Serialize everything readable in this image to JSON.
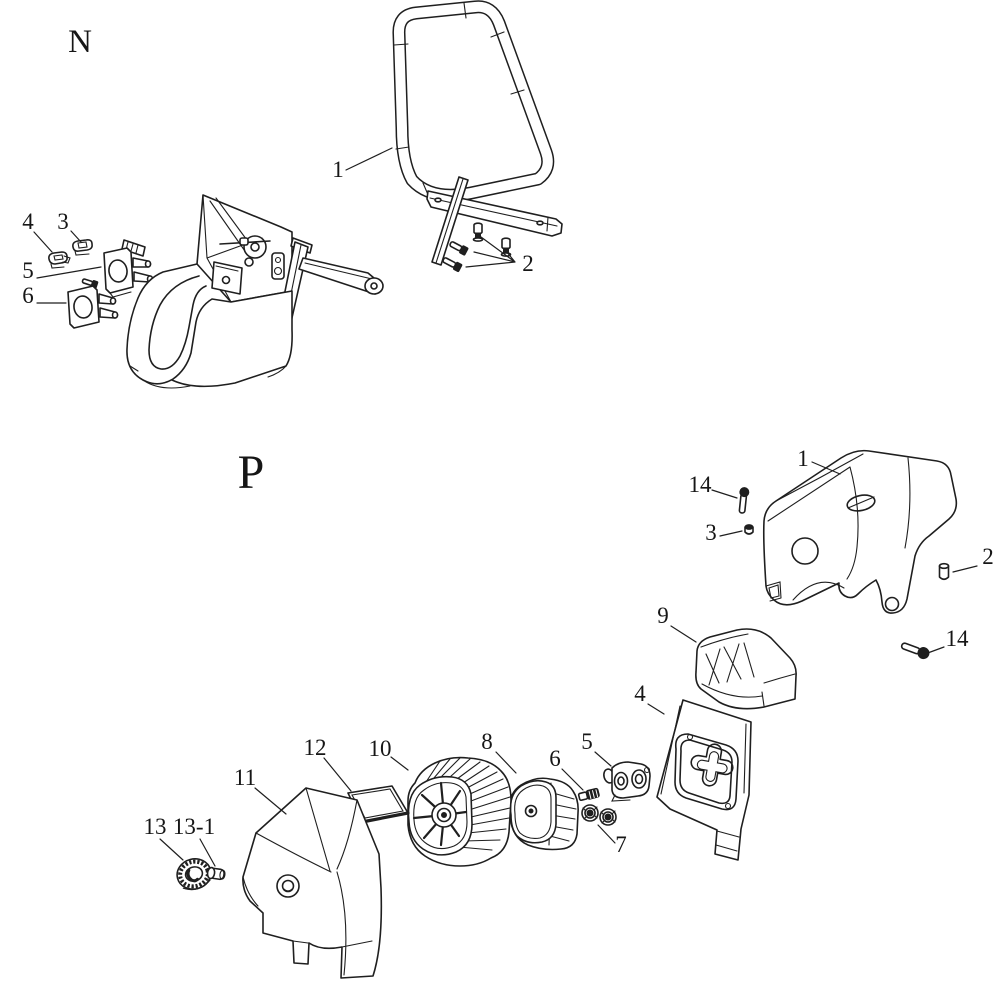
{
  "palette": {
    "ink": "#1f1f1f",
    "paper": "#ffffff"
  },
  "sections": {
    "n": {
      "label": "N",
      "callouts": [
        {
          "label": "1"
        },
        {
          "label": "2"
        },
        {
          "label": "3"
        },
        {
          "label": "4"
        },
        {
          "label": "5"
        },
        {
          "label": "6"
        }
      ]
    },
    "p": {
      "label": "P",
      "callouts": [
        {
          "label": "1"
        },
        {
          "label": "2"
        },
        {
          "label": "3"
        },
        {
          "label": "4"
        },
        {
          "label": "5"
        },
        {
          "label": "6"
        },
        {
          "label": "7"
        },
        {
          "label": "8"
        },
        {
          "label": "9"
        },
        {
          "label": "10"
        },
        {
          "label": "11"
        },
        {
          "label": "12"
        },
        {
          "label": "13"
        },
        {
          "label": "13-1"
        },
        {
          "label": "14"
        },
        {
          "label": "14"
        }
      ]
    }
  }
}
